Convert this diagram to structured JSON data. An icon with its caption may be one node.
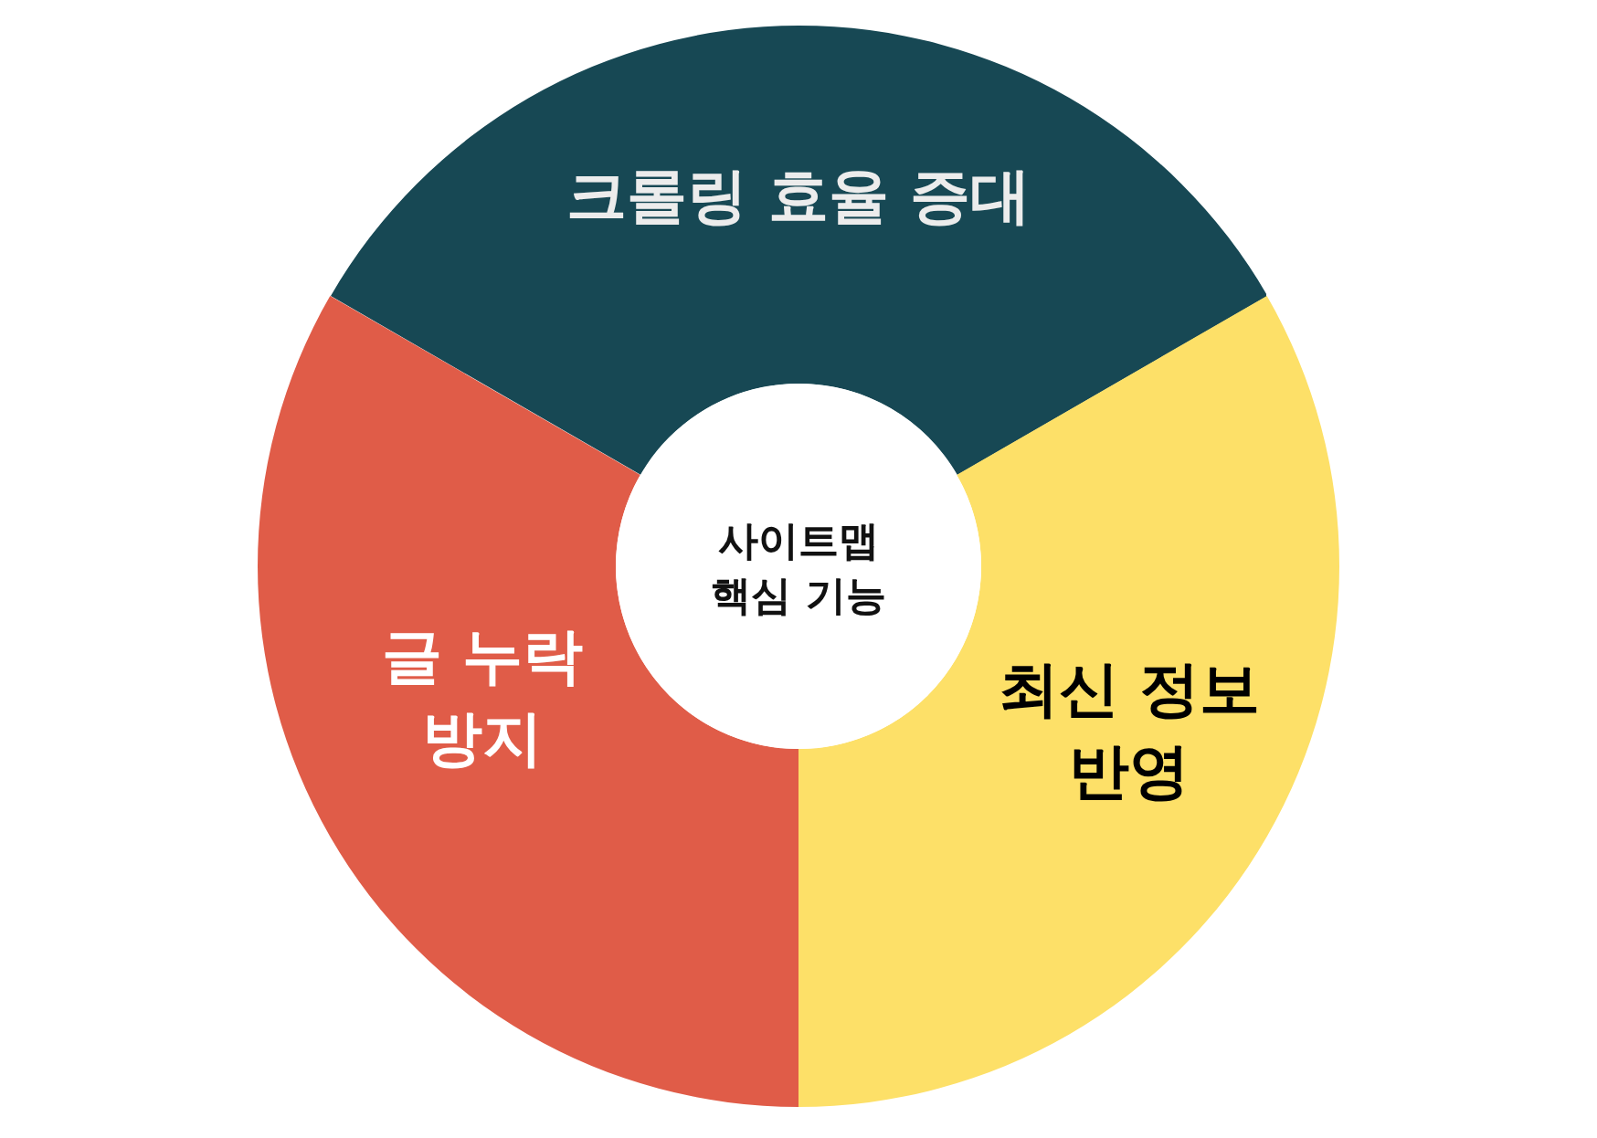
{
  "diagram": {
    "nodes": [
      {
        "text": [
          "크롤링 효율 증대"
        ]
      },
      {
        "text": [
          "사이트맵 핵심 기능"
        ]
      },
      {
        "text": [
          "글 누락 방지"
        ]
      },
      {
        "text": [
          "최신 정보 반영"
        ]
      }
    ]
  }
}
